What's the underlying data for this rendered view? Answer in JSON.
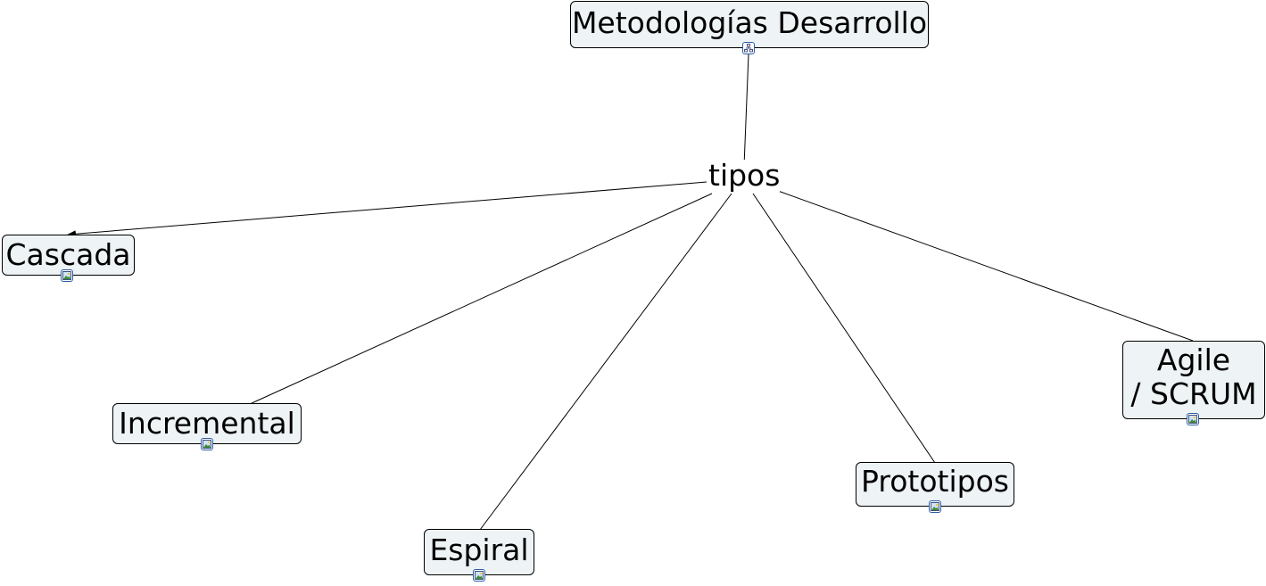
{
  "concept_map": {
    "root": {
      "label": "Metodologías Desarrollo",
      "icon": "submap-icon"
    },
    "linking_phrase": "tipos",
    "children": [
      {
        "label": "Cascada",
        "icon": "image-icon"
      },
      {
        "label": "Incremental",
        "icon": "image-icon"
      },
      {
        "label": "Espiral",
        "icon": "image-icon"
      },
      {
        "label": "Prototipos",
        "icon": "image-icon"
      },
      {
        "label_line1": "Agile",
        "label_line2": "/ SCRUM",
        "icon": "image-icon"
      }
    ]
  },
  "colors": {
    "concept_fill": "#eef3f6",
    "concept_border": "#000000",
    "connector": "#000000",
    "icon_border": "#2b5fa8"
  }
}
